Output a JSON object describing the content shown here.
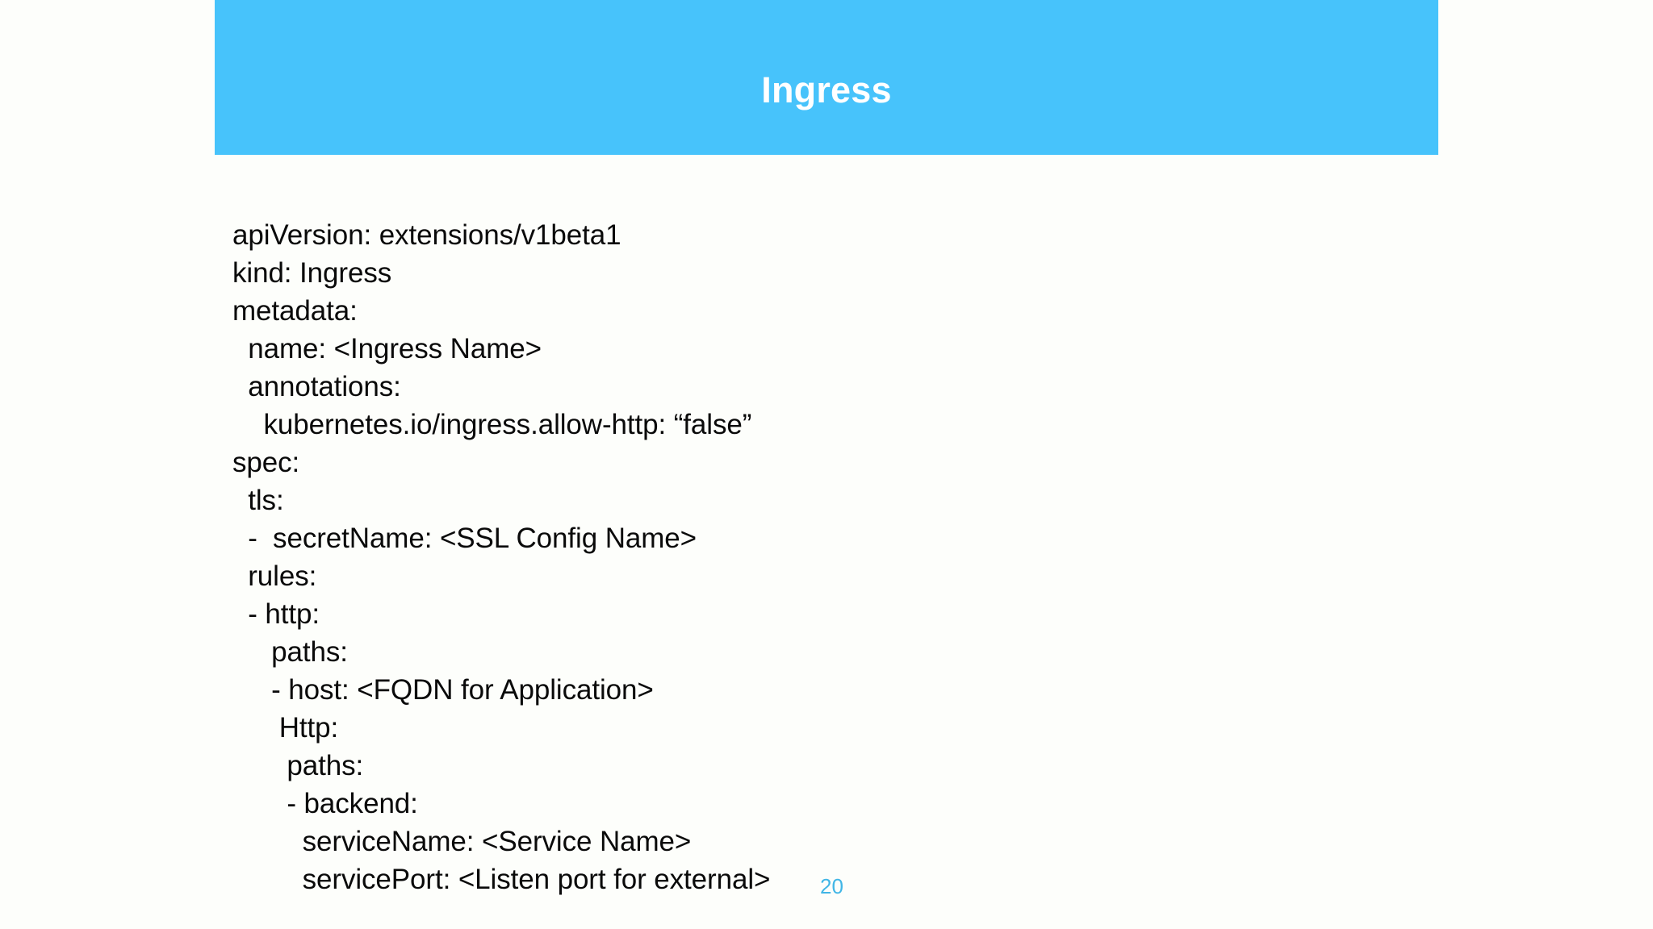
{
  "slide": {
    "title": "Ingress",
    "banner_color": "#47c3fb",
    "title_color": "#ffffff",
    "background_color": "#fdfefb",
    "body_text_color": "#0a0a0a",
    "page_number": "20",
    "page_number_color": "#41b6e6"
  },
  "code": {
    "language": "yaml",
    "lines": [
      "apiVersion: extensions/v1beta1",
      "kind: Ingress",
      "metadata:",
      "  name: <Ingress Name>",
      "  annotations:",
      "    kubernetes.io/ingress.allow-http: “false”",
      "spec:",
      "  tls:",
      "  -  secretName: <SSL Config Name>",
      "  rules:",
      "  - http:",
      "     paths:",
      "     - host: <FQDN for Application>",
      "      Http:",
      "       paths:",
      "       - backend:",
      "         serviceName: <Service Name>",
      "         servicePort: <Listen port for external>"
    ]
  }
}
